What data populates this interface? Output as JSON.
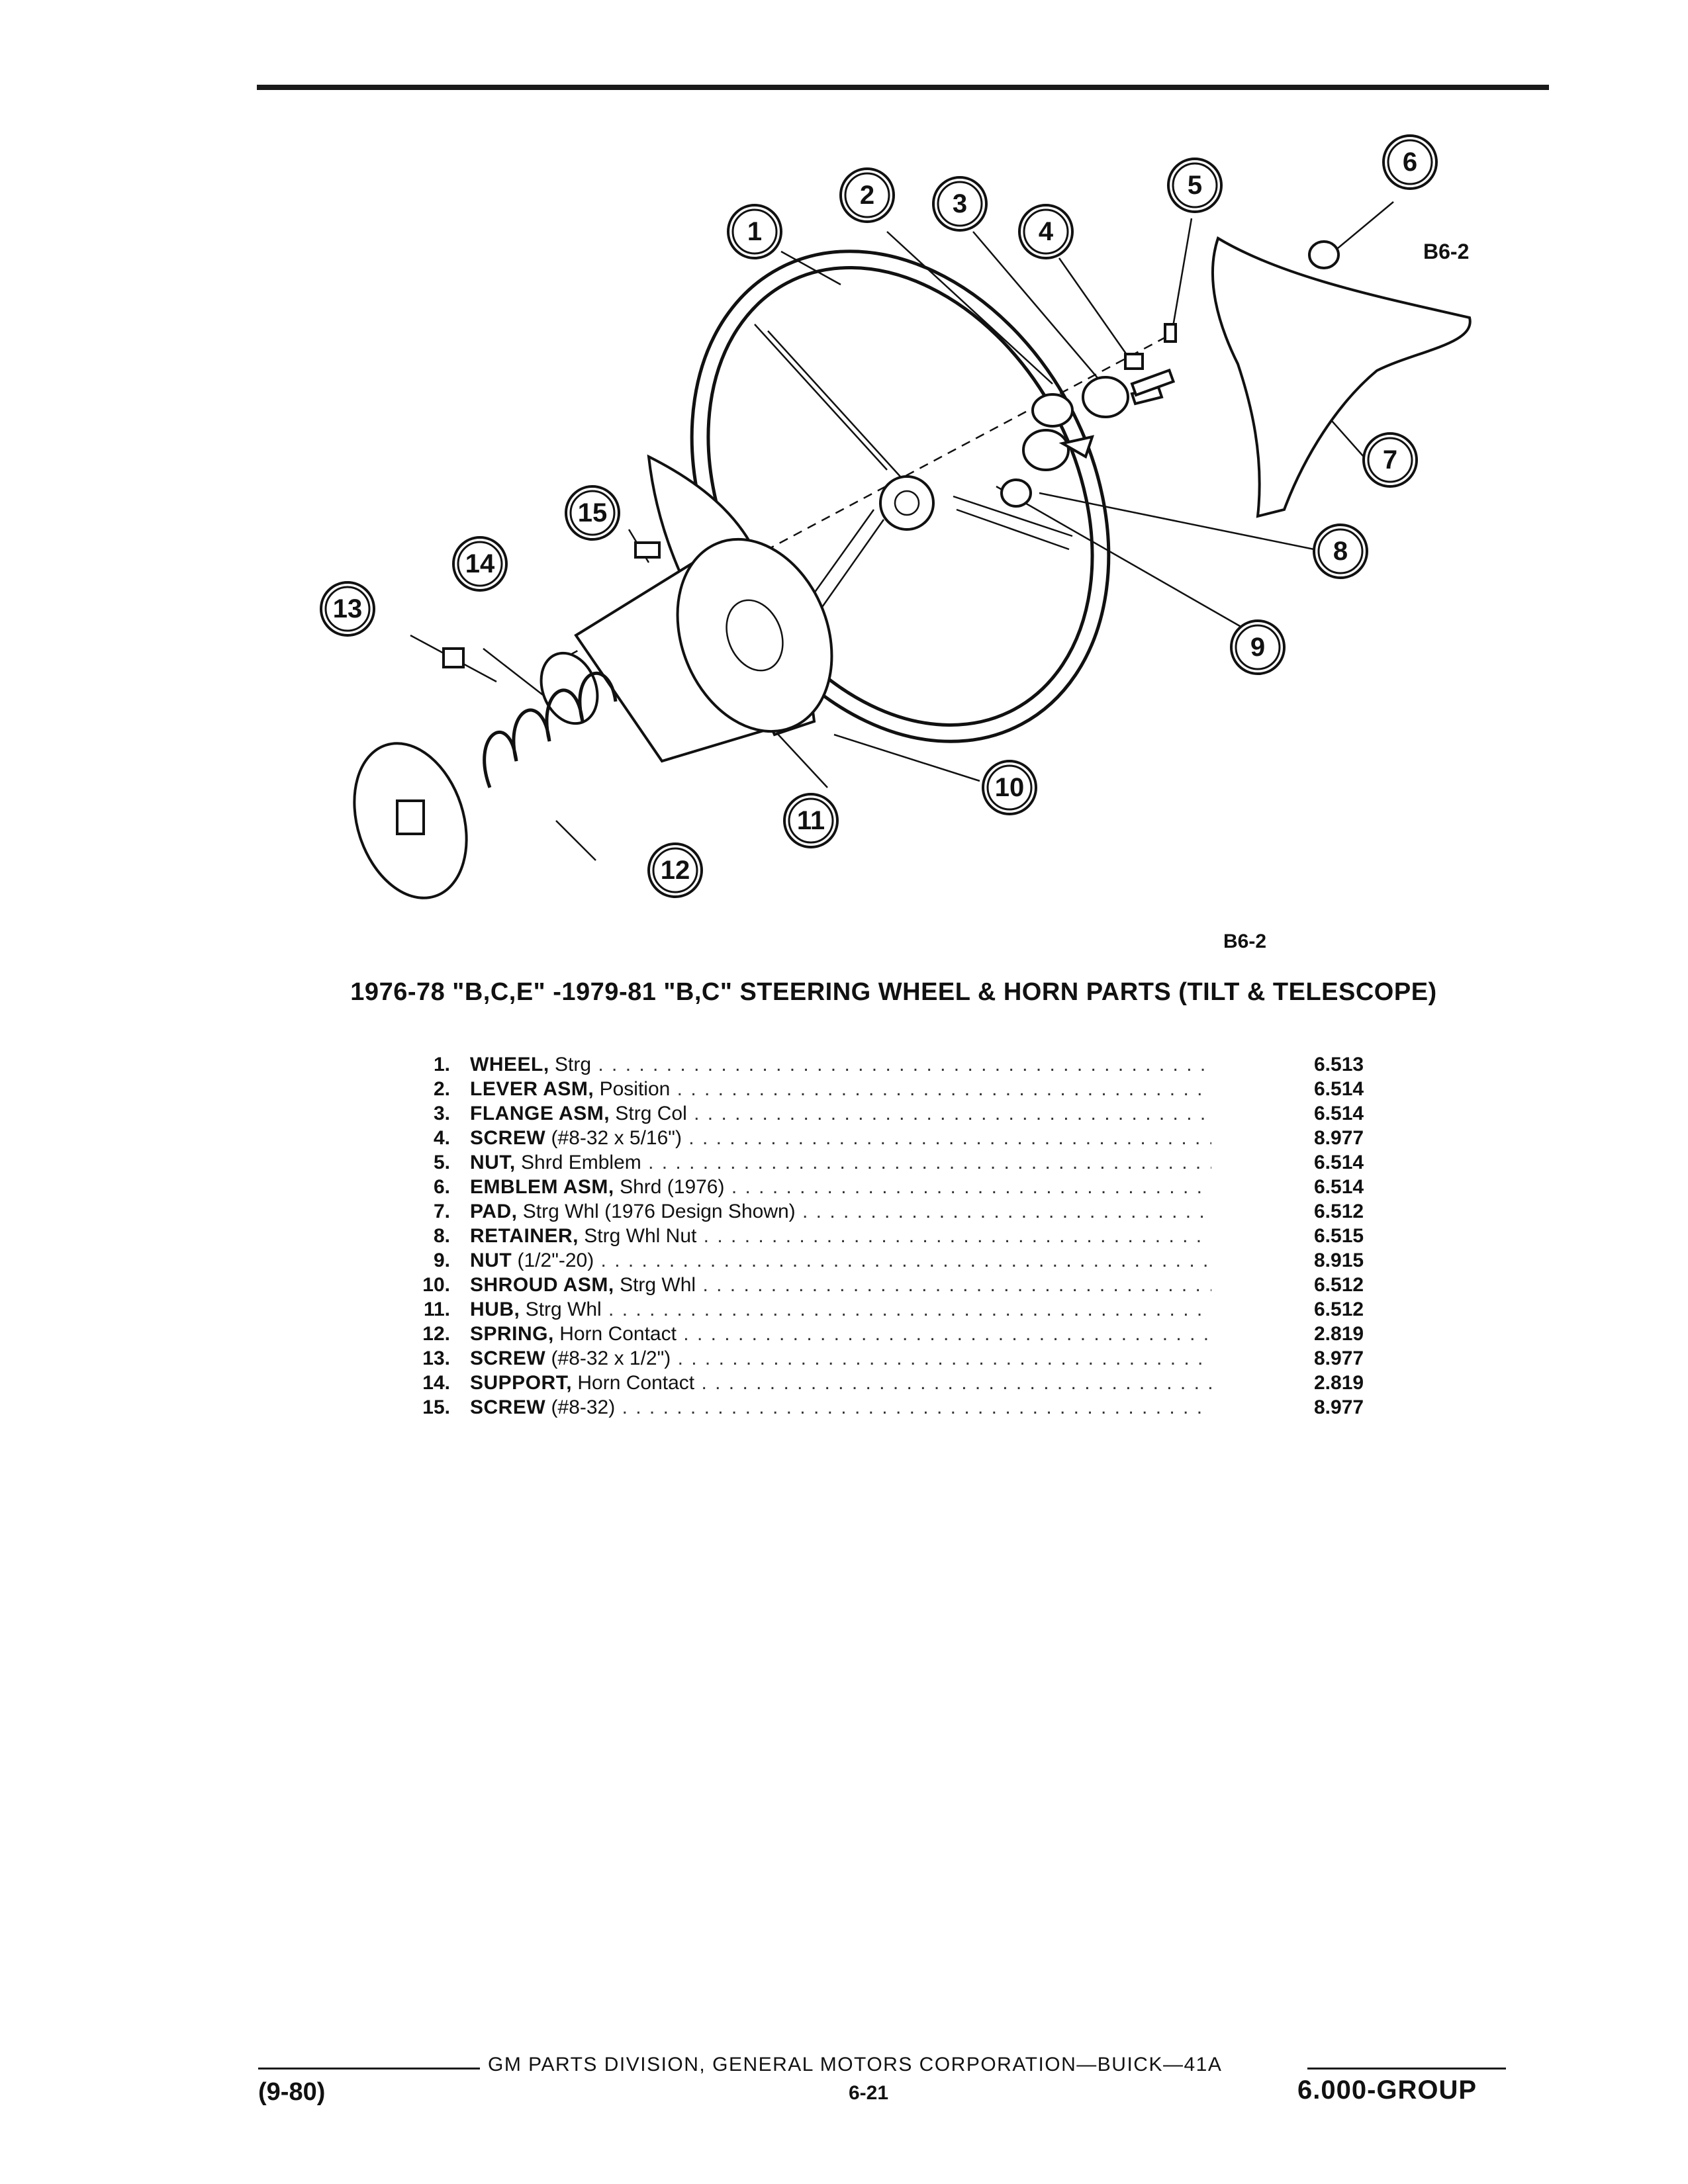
{
  "figure": {
    "code_top": "B6-2",
    "code_bottom": "B6-2",
    "callouts": [
      "1",
      "2",
      "3",
      "4",
      "5",
      "6",
      "7",
      "8",
      "9",
      "10",
      "11",
      "12",
      "13",
      "14",
      "15"
    ]
  },
  "title": "1976-78 \"B,C,E\" -1979-81 \"B,C\" STEERING WHEEL & HORN PARTS (TILT & TELESCOPE)",
  "parts": [
    {
      "num": "1.",
      "name": "WHEEL,",
      "desc": "Strg",
      "code": "6.513"
    },
    {
      "num": "2.",
      "name": "LEVER ASM,",
      "desc": "Position",
      "code": "6.514"
    },
    {
      "num": "3.",
      "name": "FLANGE ASM,",
      "desc": "Strg Col",
      "code": "6.514"
    },
    {
      "num": "4.",
      "name": "SCREW",
      "desc": "(#8-32 x 5/16\")",
      "code": "8.977"
    },
    {
      "num": "5.",
      "name": "NUT,",
      "desc": "Shrd Emblem",
      "code": "6.514"
    },
    {
      "num": "6.",
      "name": "EMBLEM ASM,",
      "desc": "Shrd (1976)",
      "code": "6.514"
    },
    {
      "num": "7.",
      "name": "PAD,",
      "desc": "Strg Whl (1976 Design Shown)",
      "code": "6.512"
    },
    {
      "num": "8.",
      "name": "RETAINER,",
      "desc": "Strg Whl Nut",
      "code": "6.515"
    },
    {
      "num": "9.",
      "name": "NUT",
      "desc": "(1/2\"-20)",
      "code": "8.915"
    },
    {
      "num": "10.",
      "name": "SHROUD ASM,",
      "desc": "Strg Whl",
      "code": "6.512"
    },
    {
      "num": "11.",
      "name": "HUB,",
      "desc": "Strg Whl",
      "code": "6.512"
    },
    {
      "num": "12.",
      "name": "SPRING,",
      "desc": "Horn Contact",
      "code": "2.819"
    },
    {
      "num": "13.",
      "name": "SCREW",
      "desc": "(#8-32 x 1/2\")",
      "code": "8.977"
    },
    {
      "num": "14.",
      "name": "SUPPORT,",
      "desc": "Horn Contact",
      "code": "2.819"
    },
    {
      "num": "15.",
      "name": "SCREW",
      "desc": "(#8-32)",
      "code": "8.977"
    }
  ],
  "footer": {
    "publisher": "GM PARTS DIVISION, GENERAL MOTORS CORPORATION—BUICK—41A",
    "date": "(9-80)",
    "page": "6-21",
    "group": "6.000-GROUP"
  }
}
